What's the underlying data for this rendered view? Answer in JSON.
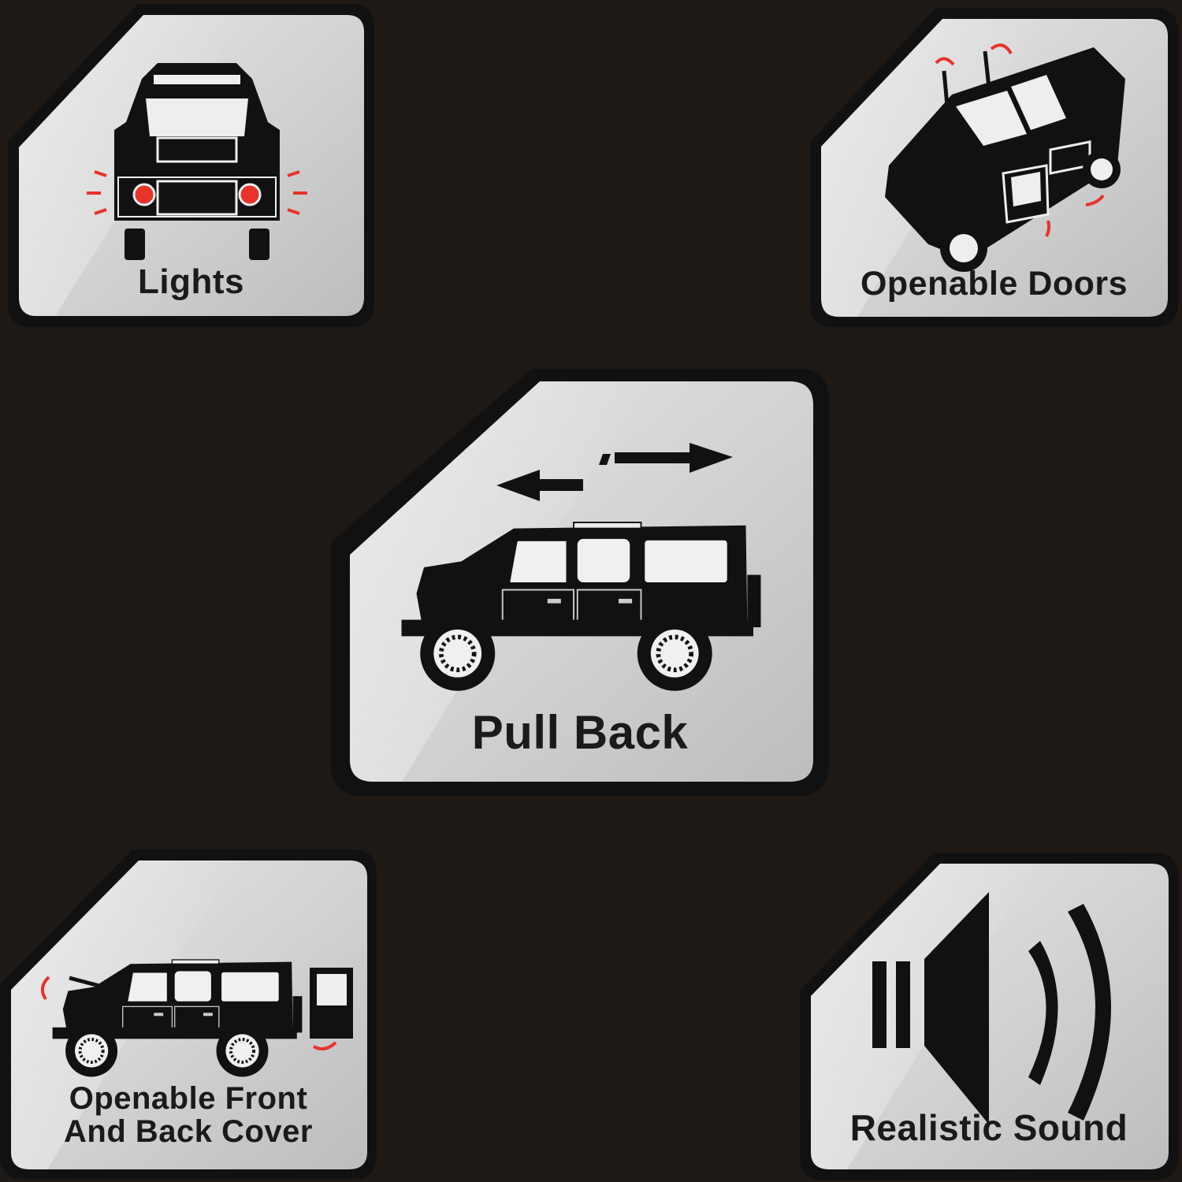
{
  "features": [
    {
      "id": "lights",
      "label": "Lights",
      "icon": "car-front-lights-icon"
    },
    {
      "id": "doors",
      "label": "Openable Doors",
      "icon": "car-open-doors-icon"
    },
    {
      "id": "pullback",
      "label": "Pull Back",
      "icon": "car-pull-back-icon"
    },
    {
      "id": "covers",
      "label_line1": "Openable Front",
      "label_line2": "And Back Cover",
      "icon": "car-open-covers-icon"
    },
    {
      "id": "sound",
      "label": "Realistic Sound",
      "icon": "speaker-icon"
    }
  ],
  "colors": {
    "background": "#1e1915",
    "badge_face": "#d4d4d4",
    "badge_border": "#111111",
    "accent_red": "#e8332a"
  }
}
